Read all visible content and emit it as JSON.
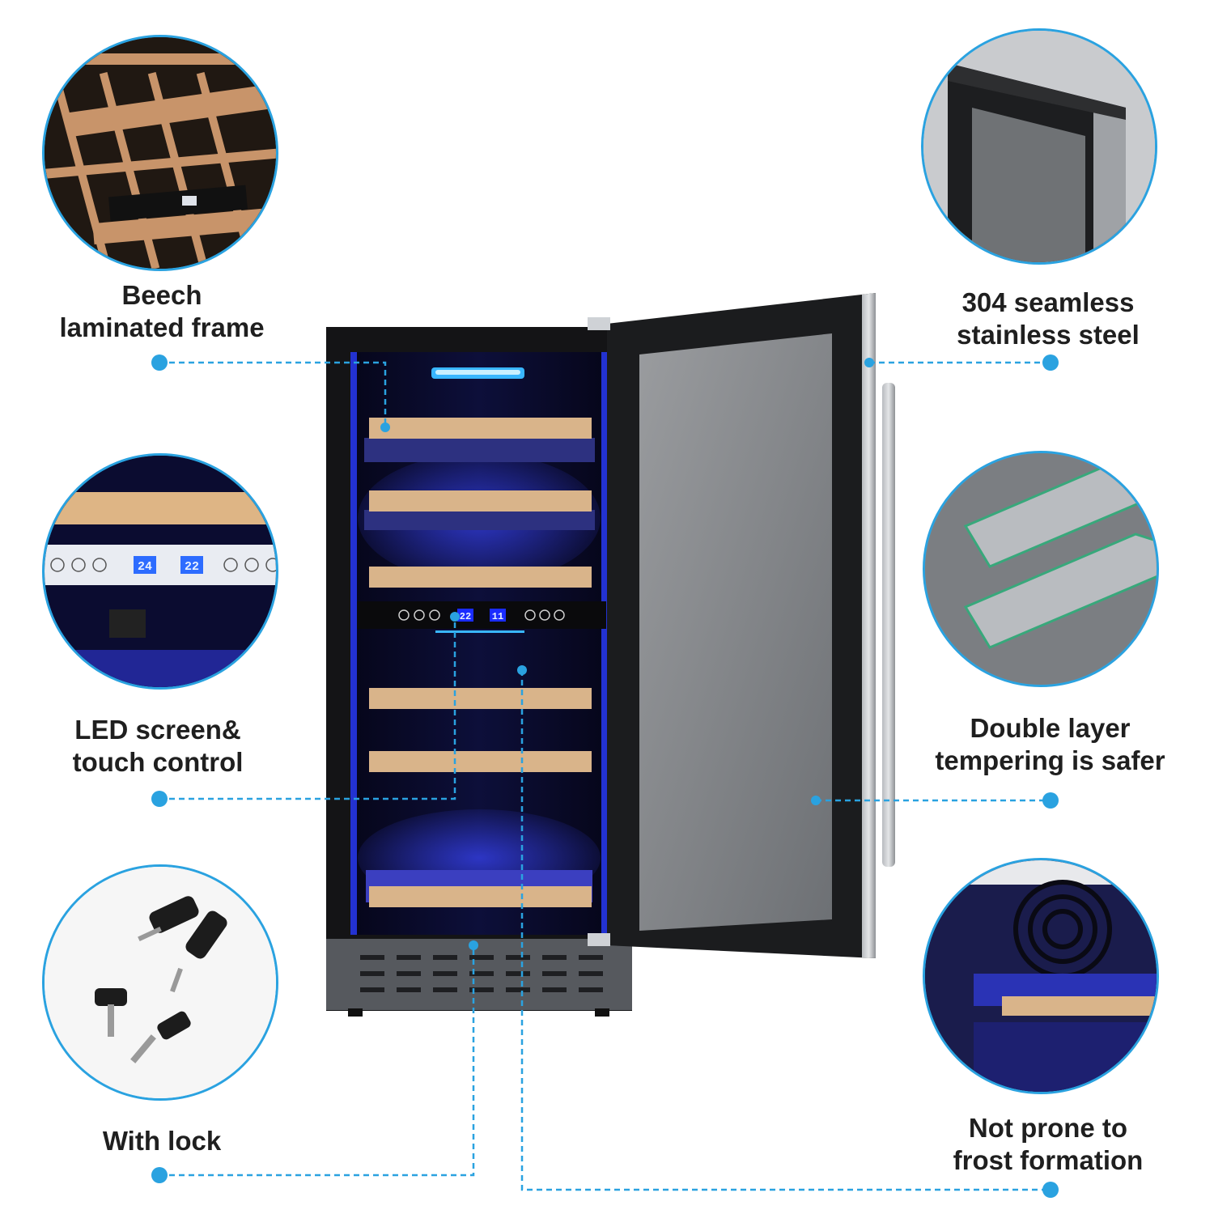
{
  "features": {
    "beech": {
      "line1": "Beech",
      "line2": "laminated frame"
    },
    "led": {
      "line1": "LED screen&",
      "line2": "touch control"
    },
    "lock": {
      "line1": "With lock"
    },
    "steel": {
      "line1": "304 seamless",
      "line2": "stainless steel"
    },
    "glass": {
      "line1": "Double layer",
      "line2": "tempering is safer"
    },
    "frost": {
      "line1": "Not prone to",
      "line2": "frost formation"
    }
  },
  "display": {
    "zone1": "24",
    "zone2": "22",
    "main_zone1": "22",
    "main_zone2": "11"
  },
  "colors": {
    "accent": "#2aa2e0",
    "led_blue": "#2b3dff",
    "wood": "#d9b48a",
    "steel": "#8c8f93"
  }
}
